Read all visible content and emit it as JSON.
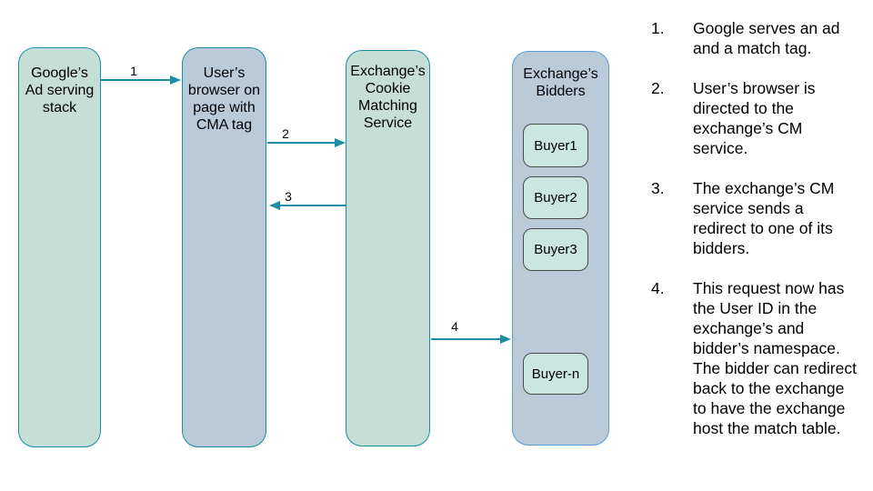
{
  "colors": {
    "teal_stroke": "#1b8fa1",
    "green_fill": "#c5ded6",
    "blue_fill": "#b9cad9",
    "bidders_border": "#5b9bd5",
    "buyer_fill": "#cae6e0",
    "buyer_border": "#4a4a4a",
    "text": "#000000"
  },
  "diagram": {
    "google_stack": {
      "label": "Google’s\nAd serving\nstack"
    },
    "user_browser": {
      "label": "User’s\nbrowser on\npage with\nCMA tag"
    },
    "cm_service": {
      "label": "Exchange’s\nCookie\nMatching\nService"
    },
    "bidders": {
      "label": "Exchange’s\nBidders",
      "buyers": [
        "Buyer1",
        "Buyer2",
        "Buyer3",
        "Buyer-n"
      ]
    },
    "arrows": {
      "a1": "1",
      "a2": "2",
      "a3": "3",
      "a4": "4"
    }
  },
  "steps": [
    {
      "num": "1.",
      "text": "Google serves an ad and a match tag."
    },
    {
      "num": "2.",
      "text": "User’s browser is directed to the exchange’s CM service."
    },
    {
      "num": "3.",
      "text": "The exchange’s CM service sends a redirect to one of its bidders."
    },
    {
      "num": "4.",
      "text": "This request now has the User ID in the exchange’s and bidder’s namespace. The bidder can redirect back to the exchange to have the exchange host the match table."
    }
  ]
}
